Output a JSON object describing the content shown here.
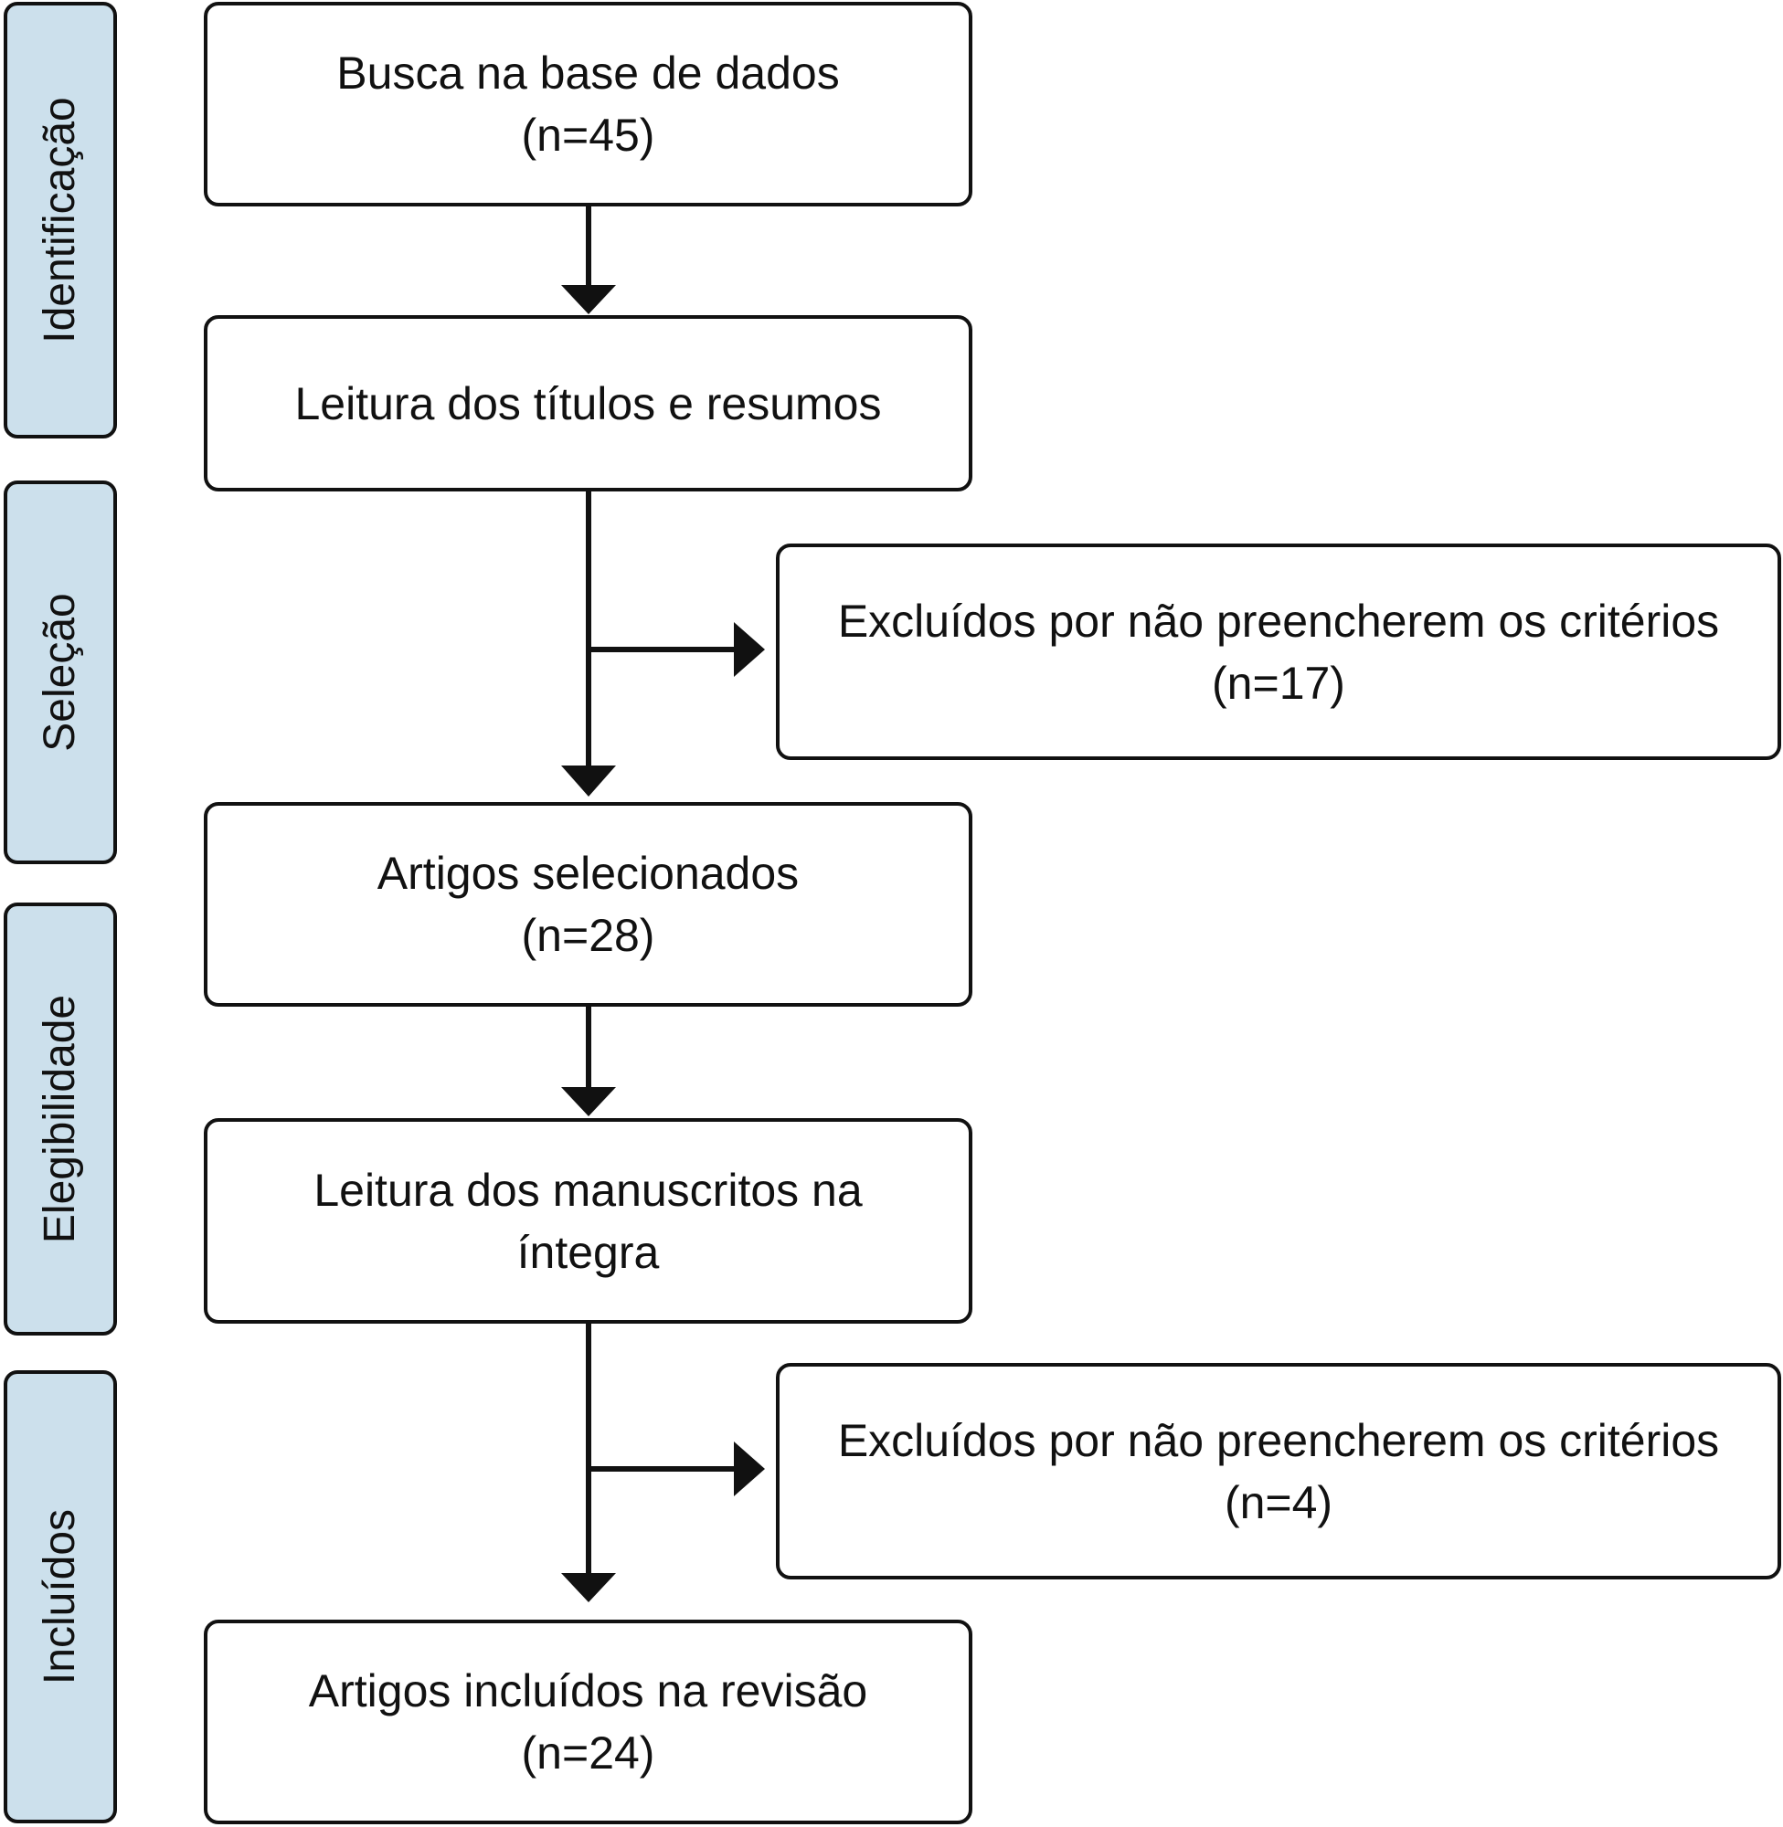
{
  "phases": {
    "identificacao": "Identificação",
    "selecao": "Seleção",
    "elegibilidade": "Elegibilidade",
    "incluidos": "Incluídos"
  },
  "boxes": {
    "busca": {
      "line1": "Busca na base de dados",
      "line2": "(n=45)"
    },
    "leitura_titulos": {
      "line1": "Leitura dos títulos e resumos"
    },
    "excluidos_1": {
      "line1": "Excluídos por não preencherem os critérios",
      "line2": "(n=17)"
    },
    "selecionados": {
      "line1": "Artigos selecionados",
      "line2": "(n=28)"
    },
    "leitura_manuscritos": {
      "line1": "Leitura dos manuscritos na",
      "line2": "íntegra"
    },
    "excluidos_2": {
      "line1": "Excluídos por não preencherem os critérios",
      "line2": "(n=4)"
    },
    "incluidos_revisao": {
      "line1": "Artigos incluídos na revisão",
      "line2": "(n=24)"
    }
  },
  "colors": {
    "phase_fill": "#cce0ec",
    "stroke": "#111111",
    "box_fill": "#ffffff"
  }
}
